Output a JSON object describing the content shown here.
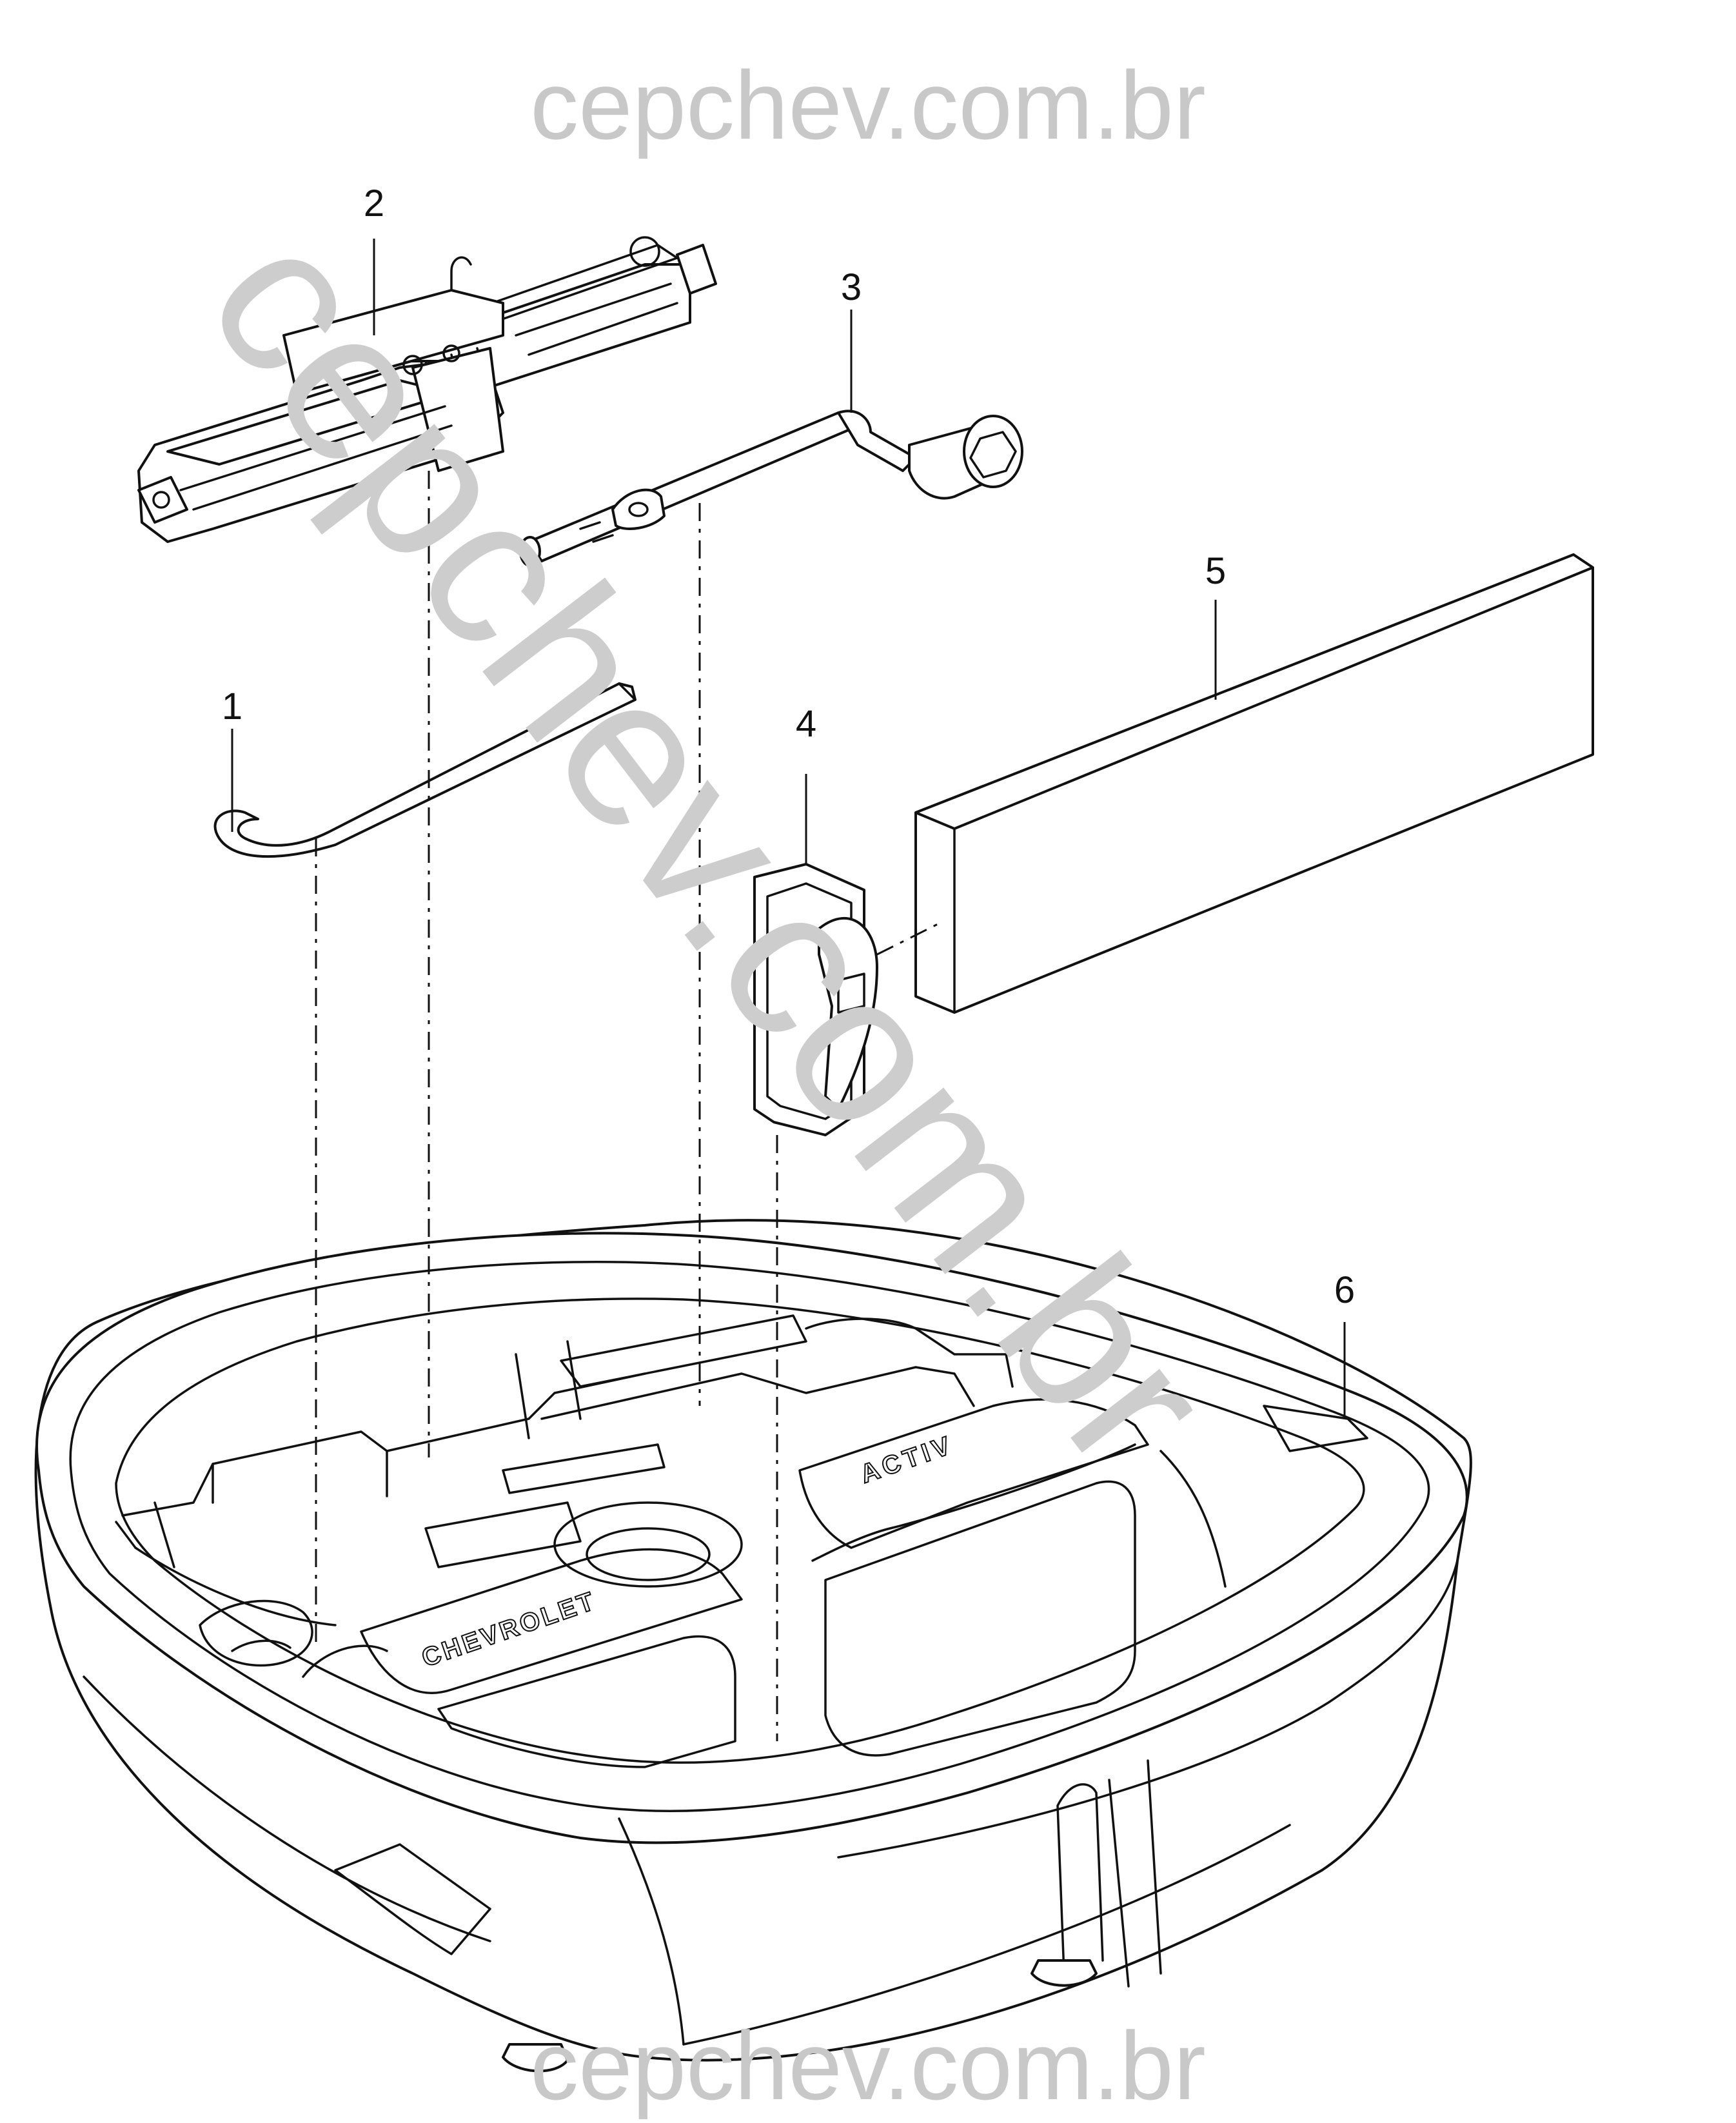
{
  "watermarks": {
    "top": "cepchev.com.br",
    "diagonal": "cepchev.com.br",
    "bottom": "cepchev.com.br"
  },
  "callouts": [
    {
      "id": "1",
      "label": "1"
    },
    {
      "id": "2",
      "label": "2"
    },
    {
      "id": "3",
      "label": "3"
    },
    {
      "id": "4",
      "label": "4"
    },
    {
      "id": "5",
      "label": "5"
    },
    {
      "id": "6",
      "label": "6"
    }
  ],
  "embossed": {
    "brand": "CHEVROLET",
    "model": "ACTIV"
  }
}
